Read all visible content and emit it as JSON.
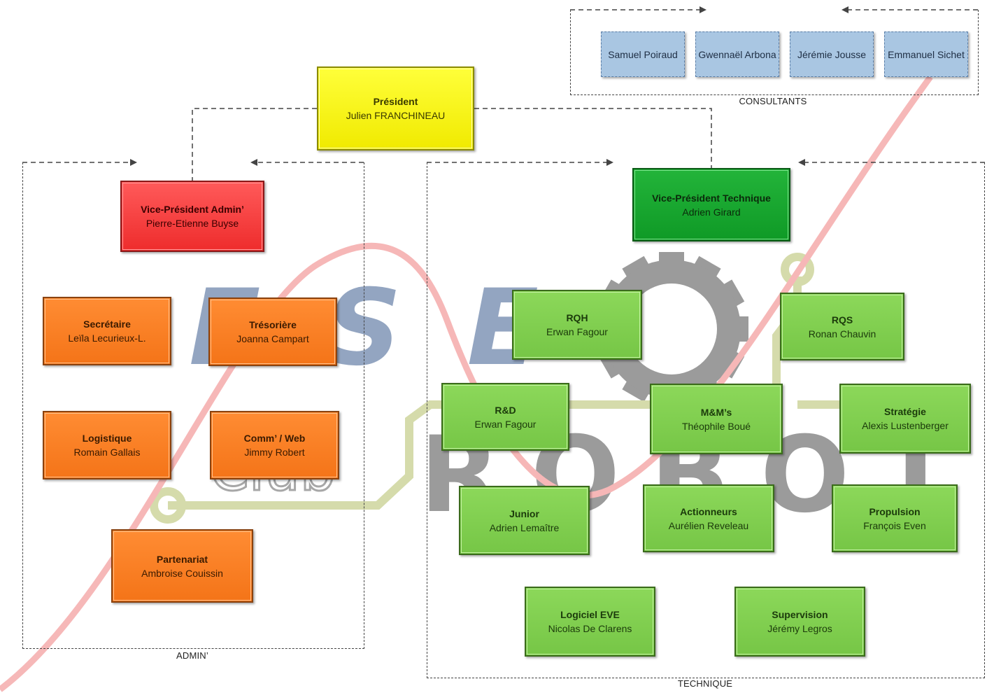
{
  "colors": {
    "president": "#f7f200",
    "vp_admin": "#f43c3c",
    "vp_technique": "#16a830",
    "admin_role": "#f67d22",
    "technique_role": "#7fcf4f",
    "consultant": "#a9c6e2",
    "watermark_red": "#f3a0a0",
    "watermark_gray": "#7a7a7a",
    "watermark_blue": "#6f87ad",
    "watermark_olive": "#c7d08f"
  },
  "groups": {
    "admin_label": "ADMIN’",
    "technique_label": "TECHNIQUE",
    "consultants_label": "CONSULTANTS"
  },
  "president": {
    "role": "Président",
    "name": "Julien FRANCHINEAU"
  },
  "vp_admin": {
    "role": "Vice-Président Admin’",
    "name": "Pierre-Etienne Buyse"
  },
  "vp_technique": {
    "role": "Vice-Président Technique",
    "name": "Adrien Girard"
  },
  "admin_roles": [
    {
      "role": "Secrétaire",
      "name": "Leïla Lecurieux-L."
    },
    {
      "role": "Trésorière",
      "name": "Joanna Campart"
    },
    {
      "role": "Logistique",
      "name": "Romain Gallais"
    },
    {
      "role": "Comm’ / Web",
      "name": "Jimmy Robert"
    },
    {
      "role": "Partenariat",
      "name": "Ambroise Couissin"
    }
  ],
  "technique_roles": [
    {
      "role": "RQH",
      "name": "Erwan Fagour"
    },
    {
      "role": "RQS",
      "name": "Ronan Chauvin"
    },
    {
      "role": "R&D",
      "name": "Erwan Fagour"
    },
    {
      "role": "M&M’s",
      "name": "Théophile Boué"
    },
    {
      "role": "Stratégie",
      "name": "Alexis Lustenberger"
    },
    {
      "role": "Junior",
      "name": "Adrien Lemaître"
    },
    {
      "role": "Actionneurs",
      "name": "Aurélien Reveleau"
    },
    {
      "role": "Propulsion",
      "name": "François Even"
    },
    {
      "role": "Logiciel EVE",
      "name": "Nicolas De Clarens"
    },
    {
      "role": "Supervision",
      "name": "Jérémy Legros"
    }
  ],
  "consultants": [
    "Samuel Poiraud",
    "Gwennaël Arbona",
    "Jérémie Jousse",
    "Emmanuel Sichet"
  ],
  "watermark": {
    "text_top": "ESE",
    "text_bottom": "ROBOT",
    "text_club": "Club"
  }
}
